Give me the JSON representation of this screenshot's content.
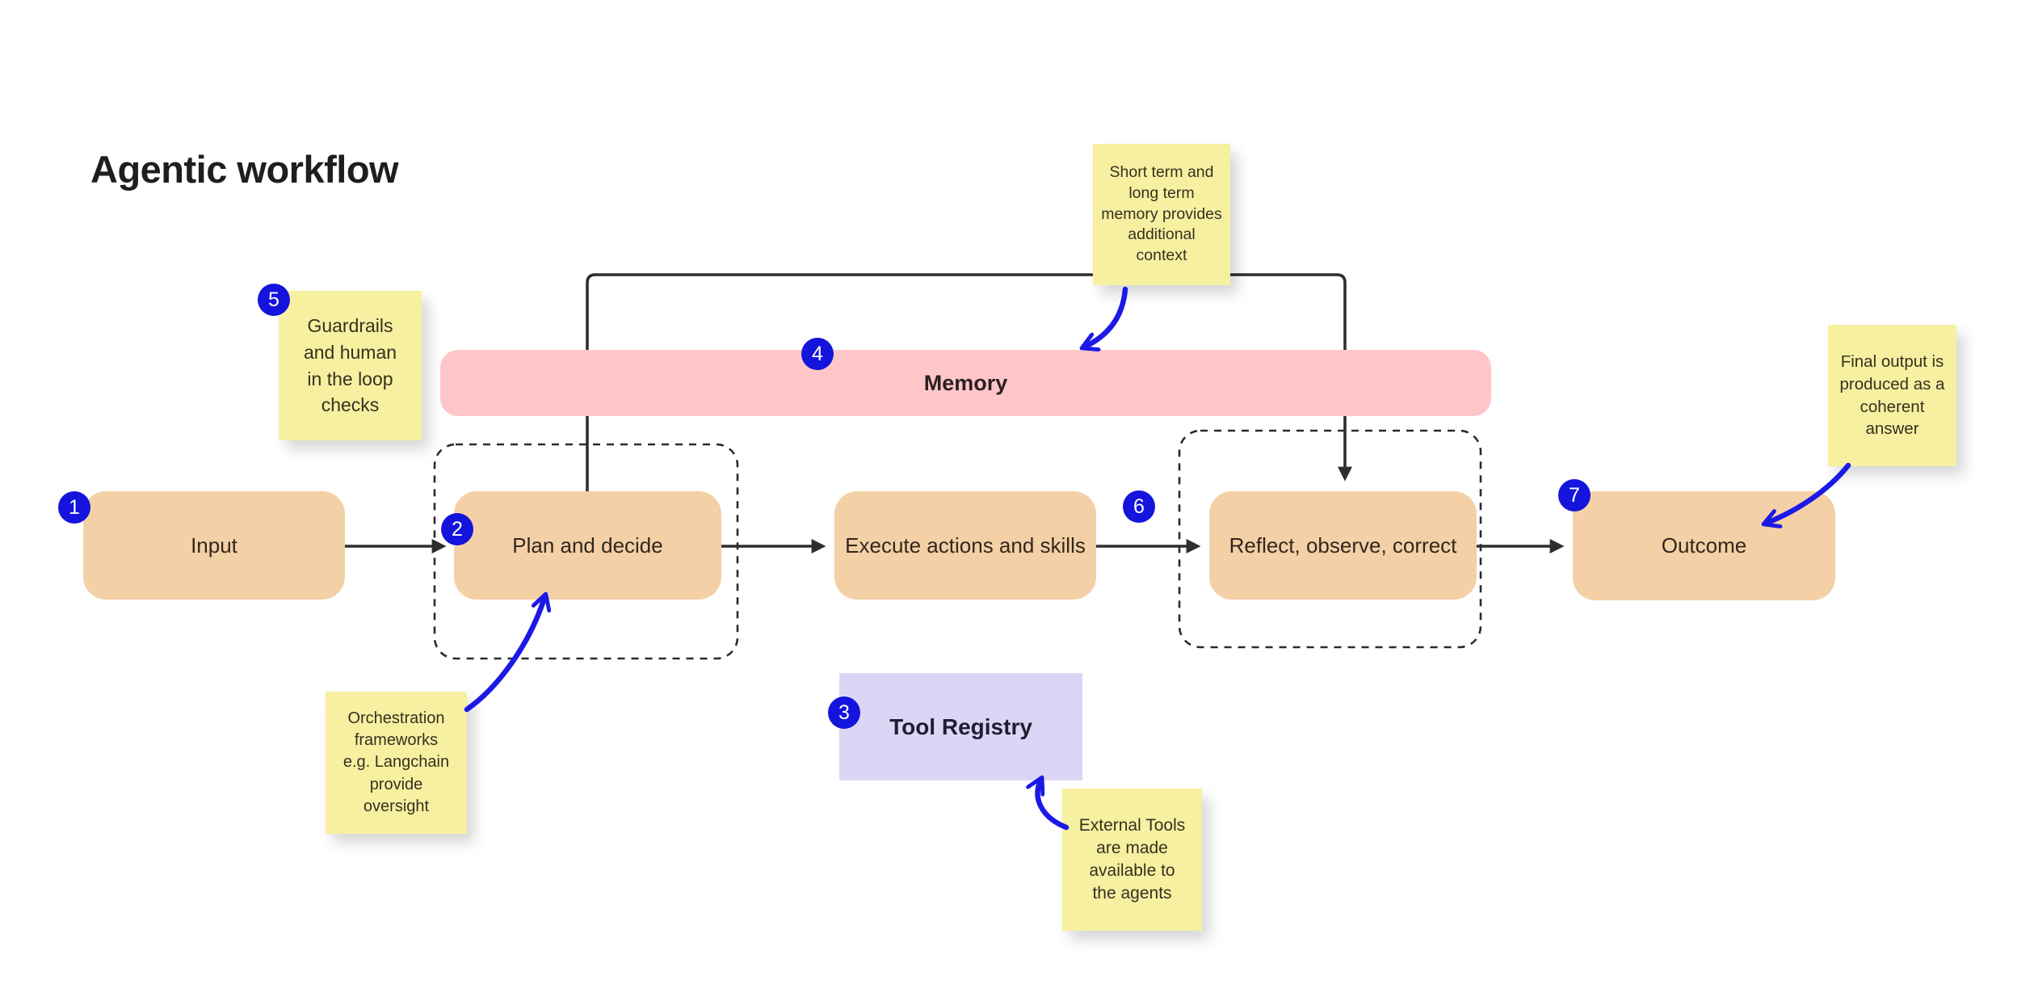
{
  "title": "Agentic workflow",
  "boxes": {
    "input": "Input",
    "plan": "Plan and decide",
    "execute": "Execute actions and skills",
    "reflect": "Reflect, observe, correct",
    "outcome": "Outcome"
  },
  "memory_label": "Memory",
  "tool_registry_label": "Tool Registry",
  "badges": {
    "b1": "1",
    "b2": "2",
    "b3": "3",
    "b4": "4",
    "b5": "5",
    "b6": "6",
    "b7": "7"
  },
  "stickies": {
    "guardrails": "Guardrails\nand human\nin the loop\nchecks",
    "memory_note": "Short term and\nlong term\nmemory provides\nadditional\ncontext",
    "orchestration": "Orchestration\nframeworks\ne.g. Langchain\nprovide\noversight",
    "external_tools": "External Tools\nare made\navailable to\nthe agents",
    "final_output": "Final output is\nproduced as a\ncoherent\nanswer"
  },
  "colors": {
    "node_fill": "#f4d0a6",
    "memory_fill": "#ffc6c9",
    "tool_registry_fill": "#dcd6f6",
    "sticky_fill": "#f7f0a1",
    "badge_fill": "#1414dd",
    "flow_arrow": "#2e2e2e",
    "annotation_arrow": "#1c19e6",
    "background": "#ffffff"
  }
}
